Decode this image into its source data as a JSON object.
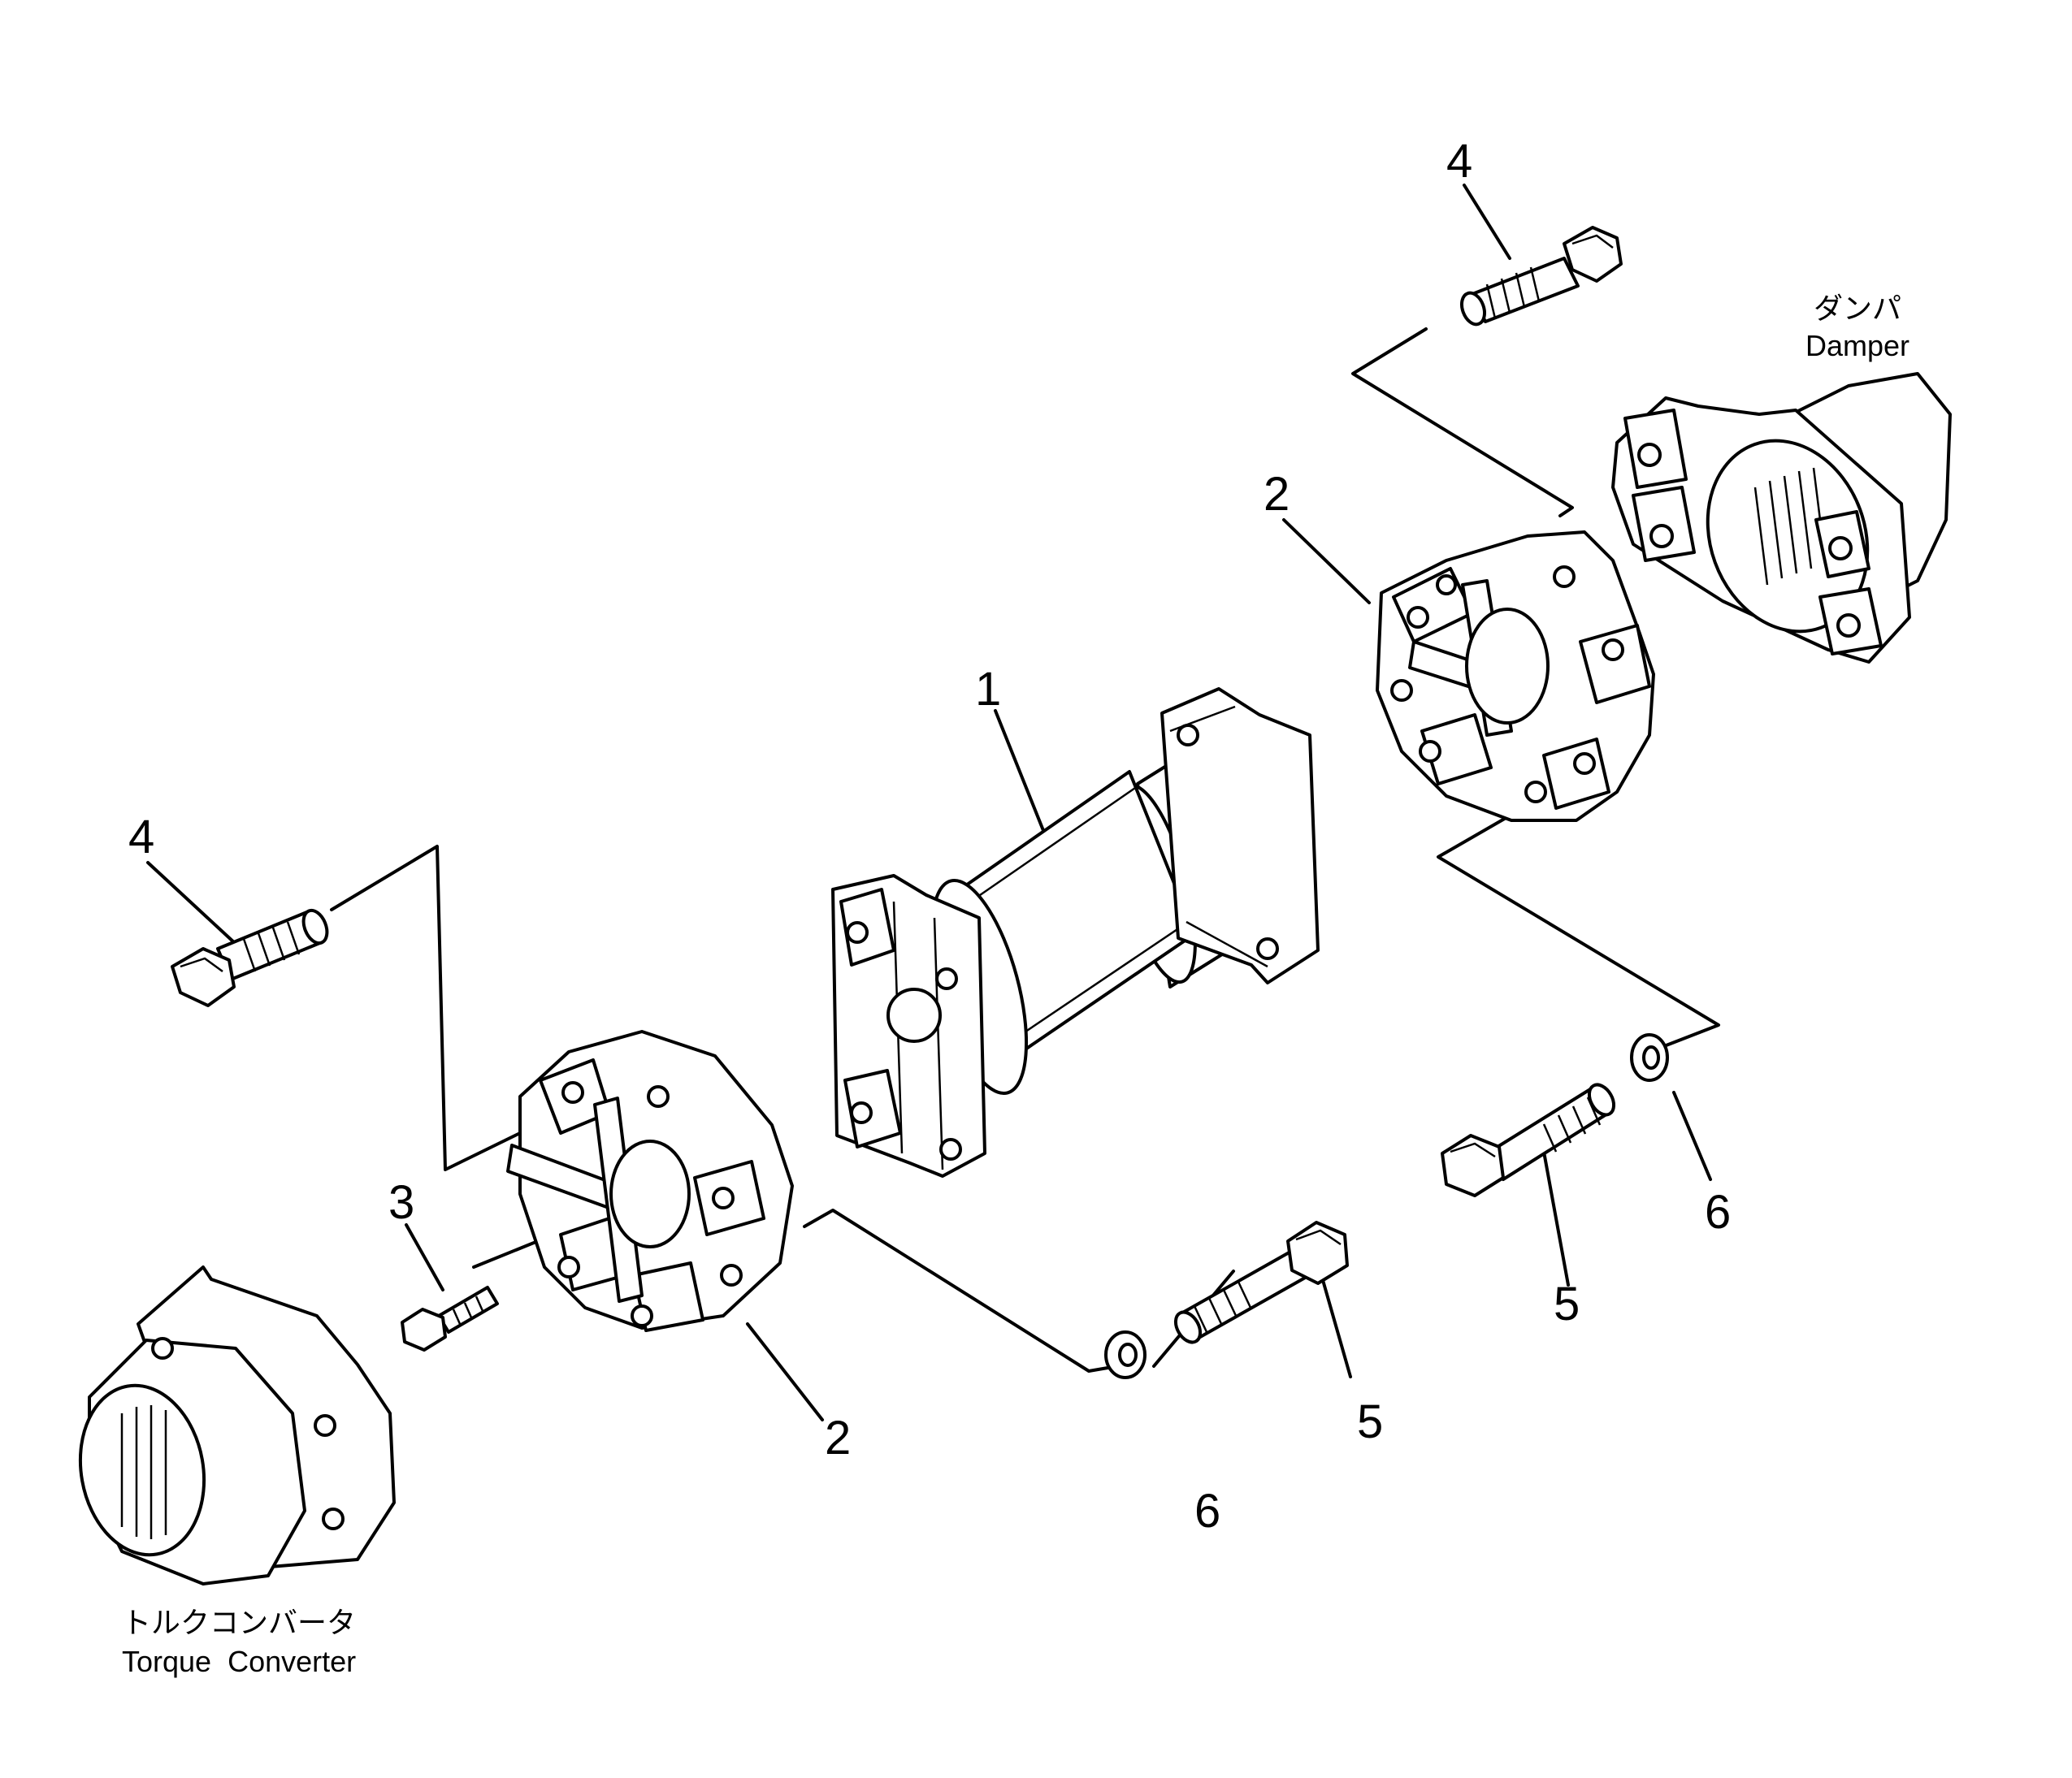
{
  "labels": {
    "damper_jp": "ダンパ",
    "damper_en": "Damper",
    "torque_jp": "トルクコンバータ",
    "torque_en": "Torque  Converter"
  },
  "callouts": {
    "top_bolt": "4",
    "left_bolt": "4",
    "right_coupling": "2",
    "left_coupling": "2",
    "shaft": "1",
    "screw": "3",
    "right_bolt": "5",
    "lower_bolt": "5",
    "right_washer": "6",
    "lower_washer": "6"
  }
}
